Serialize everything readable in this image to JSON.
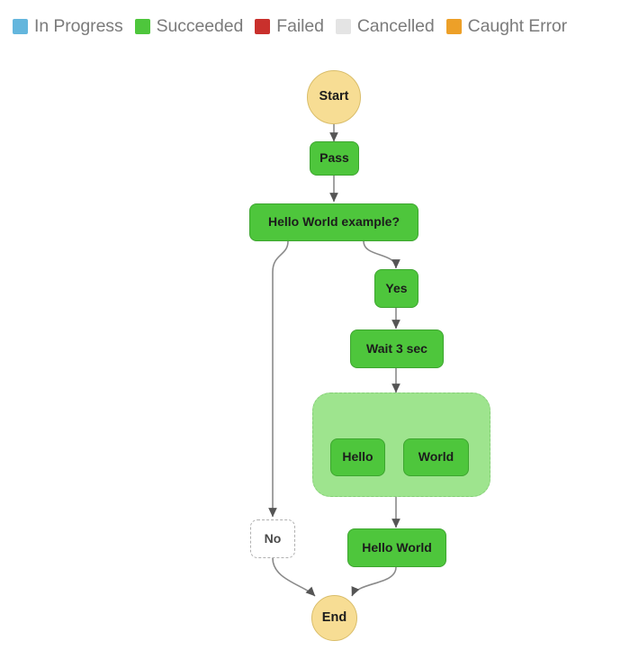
{
  "legend": {
    "items": [
      {
        "label": "In Progress",
        "color": "#64b6dd",
        "swatch_name": "legend-swatch-in-progress"
      },
      {
        "label": "Succeeded",
        "color": "#4ec63c",
        "swatch_name": "legend-swatch-succeeded"
      },
      {
        "label": "Failed",
        "color": "#c9302c",
        "swatch_name": "legend-swatch-failed"
      },
      {
        "label": "Cancelled",
        "color": "#e4e4e4",
        "swatch_name": "legend-swatch-cancelled"
      },
      {
        "label": "Caught Error",
        "color": "#eda028",
        "swatch_name": "legend-swatch-caught-error"
      }
    ]
  },
  "graph": {
    "type": "state-machine-execution-graph",
    "colors": {
      "succeeded": "#4ec63c",
      "succeeded_border": "#3da52f",
      "terminal": "#f7dd94",
      "terminal_border": "#d9bd6a",
      "skipped_fill": "#ffffff",
      "skipped_border": "#b0b0b0",
      "parallel_fill": "#9ee48e",
      "parallel_border": "#86cf78",
      "edge": "#6b6b6b",
      "background": "#ffffff"
    },
    "nodes": [
      {
        "id": "start",
        "label": "Start",
        "status": "terminal",
        "shape": "circle"
      },
      {
        "id": "pass",
        "label": "Pass",
        "status": "succeeded",
        "shape": "rounded-rect"
      },
      {
        "id": "choice",
        "label": "Hello World example?",
        "status": "succeeded",
        "shape": "rounded-rect"
      },
      {
        "id": "yes",
        "label": "Yes",
        "status": "succeeded",
        "shape": "rounded-rect"
      },
      {
        "id": "wait",
        "label": "Wait 3 sec",
        "status": "succeeded",
        "shape": "rounded-rect"
      },
      {
        "id": "parallel",
        "label": "",
        "status": "succeeded",
        "shape": "parallel-container"
      },
      {
        "id": "hello",
        "label": "Hello",
        "status": "succeeded",
        "shape": "rounded-rect"
      },
      {
        "id": "world",
        "label": "World",
        "status": "succeeded",
        "shape": "rounded-rect"
      },
      {
        "id": "no",
        "label": "No",
        "status": "skipped",
        "shape": "rounded-rect"
      },
      {
        "id": "hello-world",
        "label": "Hello World",
        "status": "succeeded",
        "shape": "rounded-rect"
      },
      {
        "id": "end",
        "label": "End",
        "status": "terminal",
        "shape": "circle"
      }
    ],
    "edges": [
      {
        "from": "start",
        "to": "pass"
      },
      {
        "from": "pass",
        "to": "choice"
      },
      {
        "from": "choice",
        "to": "yes"
      },
      {
        "from": "choice",
        "to": "no"
      },
      {
        "from": "yes",
        "to": "wait"
      },
      {
        "from": "wait",
        "to": "parallel"
      },
      {
        "from": "parallel",
        "to": "hello"
      },
      {
        "from": "parallel",
        "to": "world"
      },
      {
        "from": "parallel",
        "to": "hello-world"
      },
      {
        "from": "no",
        "to": "end"
      },
      {
        "from": "hello-world",
        "to": "end"
      }
    ]
  }
}
